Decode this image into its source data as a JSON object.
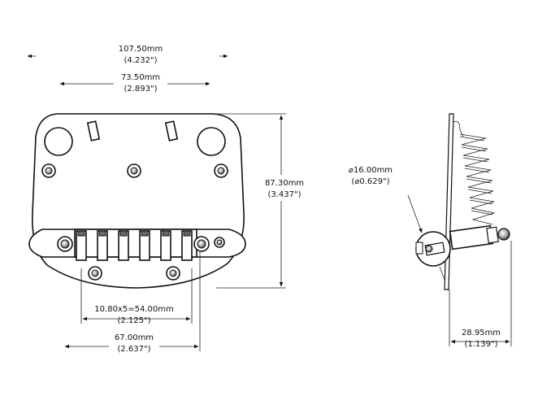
{
  "dimensions": {
    "overall_width": {
      "metric": "107.50mm",
      "imperial": "(4.232\")"
    },
    "hole_spacing": {
      "metric": "73.50mm",
      "imperial": "(2.893\")"
    },
    "height": {
      "metric": "87.30mm",
      "imperial": "(3.437\")"
    },
    "saddle_spacing": {
      "metric": "10.80x5=54.00mm",
      "imperial": "(2.125\")"
    },
    "outer_saddle_span": {
      "metric": "67.00mm",
      "imperial": "(2.637\")"
    },
    "tailpiece_diameter": {
      "metric": "⌀16.00mm",
      "imperial": "(⌀0.629\")"
    },
    "side_depth": {
      "metric": "28.95mm",
      "imperial": "(1.139\")"
    }
  },
  "colors": {
    "line": "#111111",
    "fill": "#ffffff",
    "shade": "#666666"
  }
}
